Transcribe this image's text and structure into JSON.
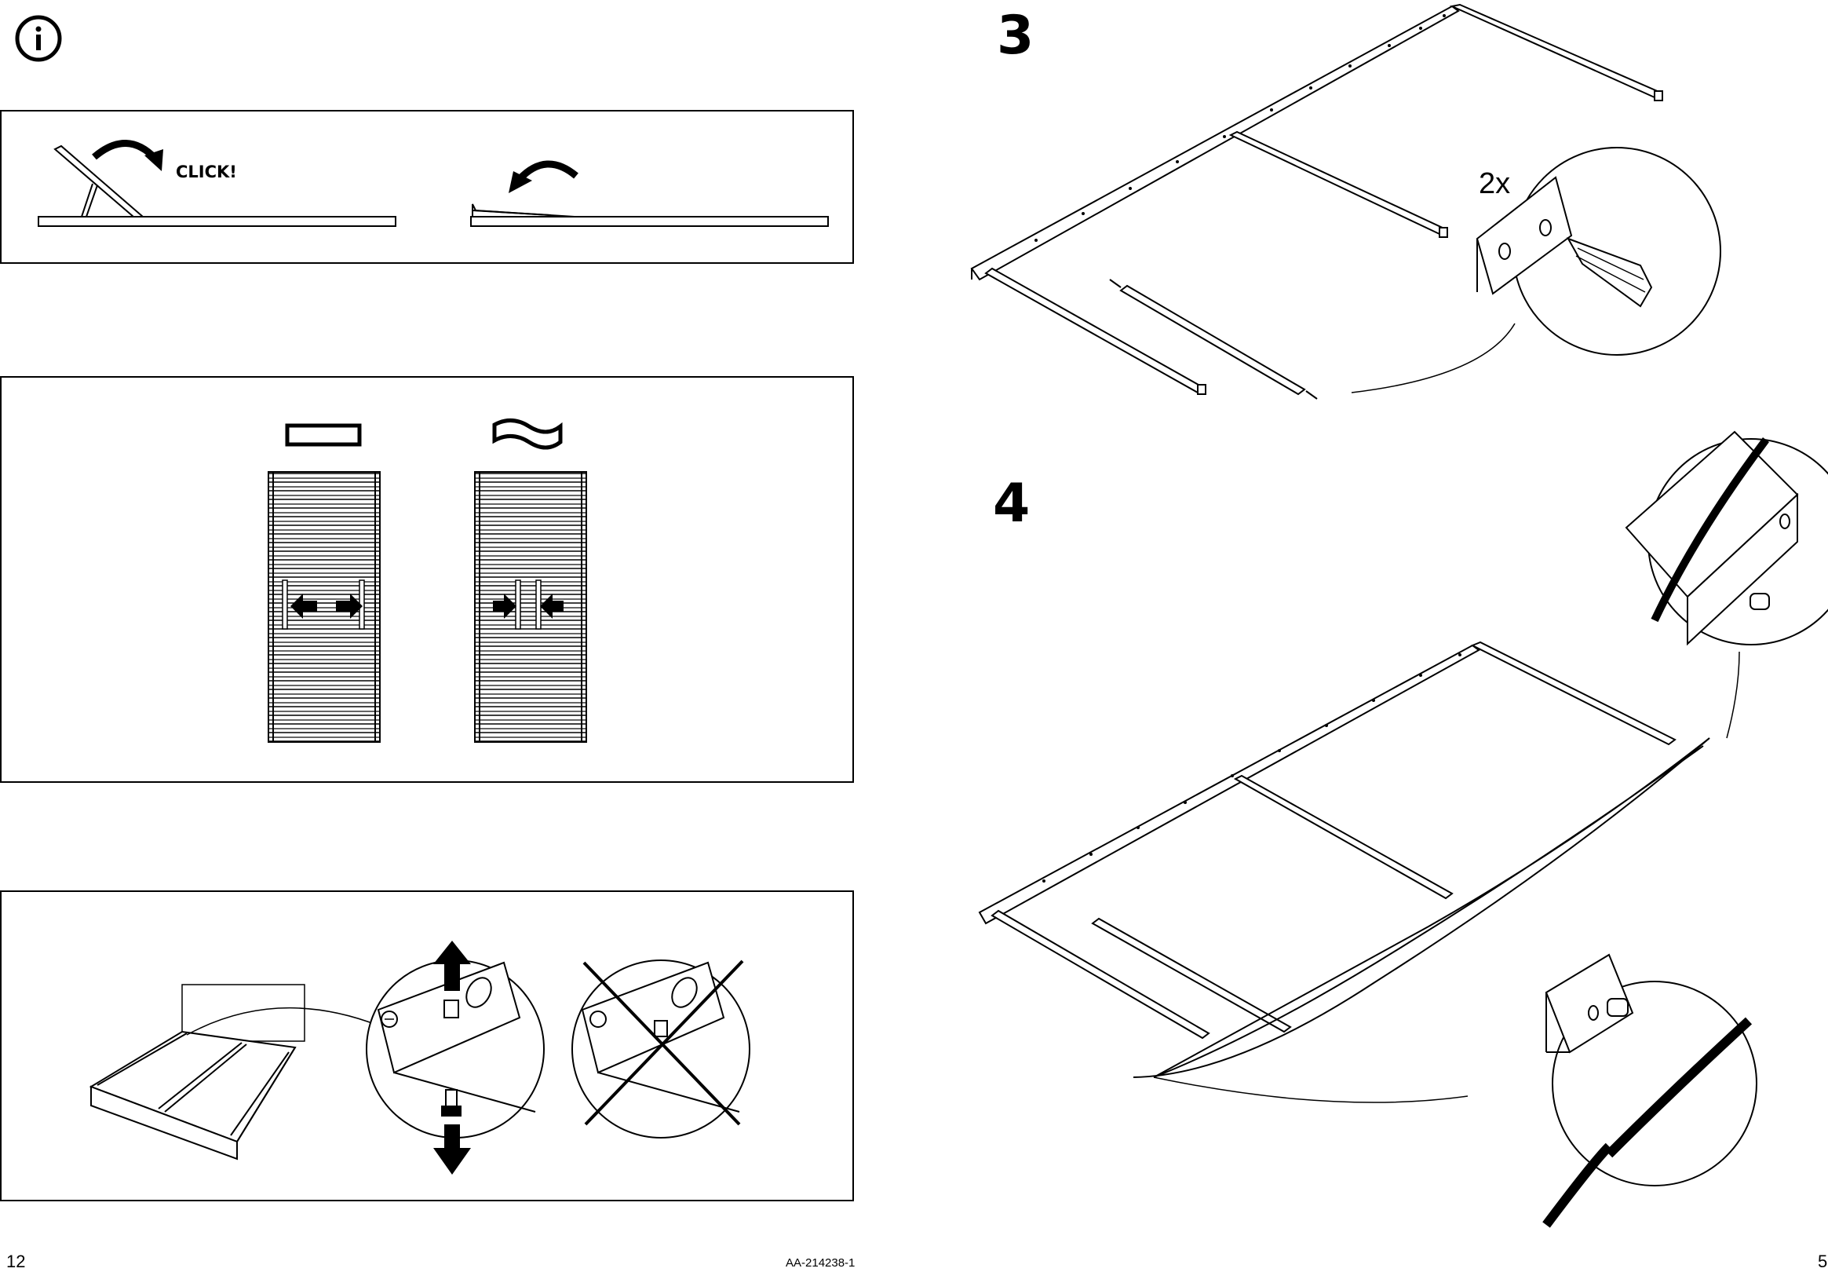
{
  "left_page": {
    "info_icon": "info-icon",
    "panel1": {
      "click_label": "CLICK!"
    },
    "page_number": "12",
    "doc_code": "AA-214238-1"
  },
  "right_page": {
    "step3": {
      "number": "3",
      "quantity": "2x"
    },
    "step4": {
      "number": "4"
    },
    "page_number": "5"
  }
}
